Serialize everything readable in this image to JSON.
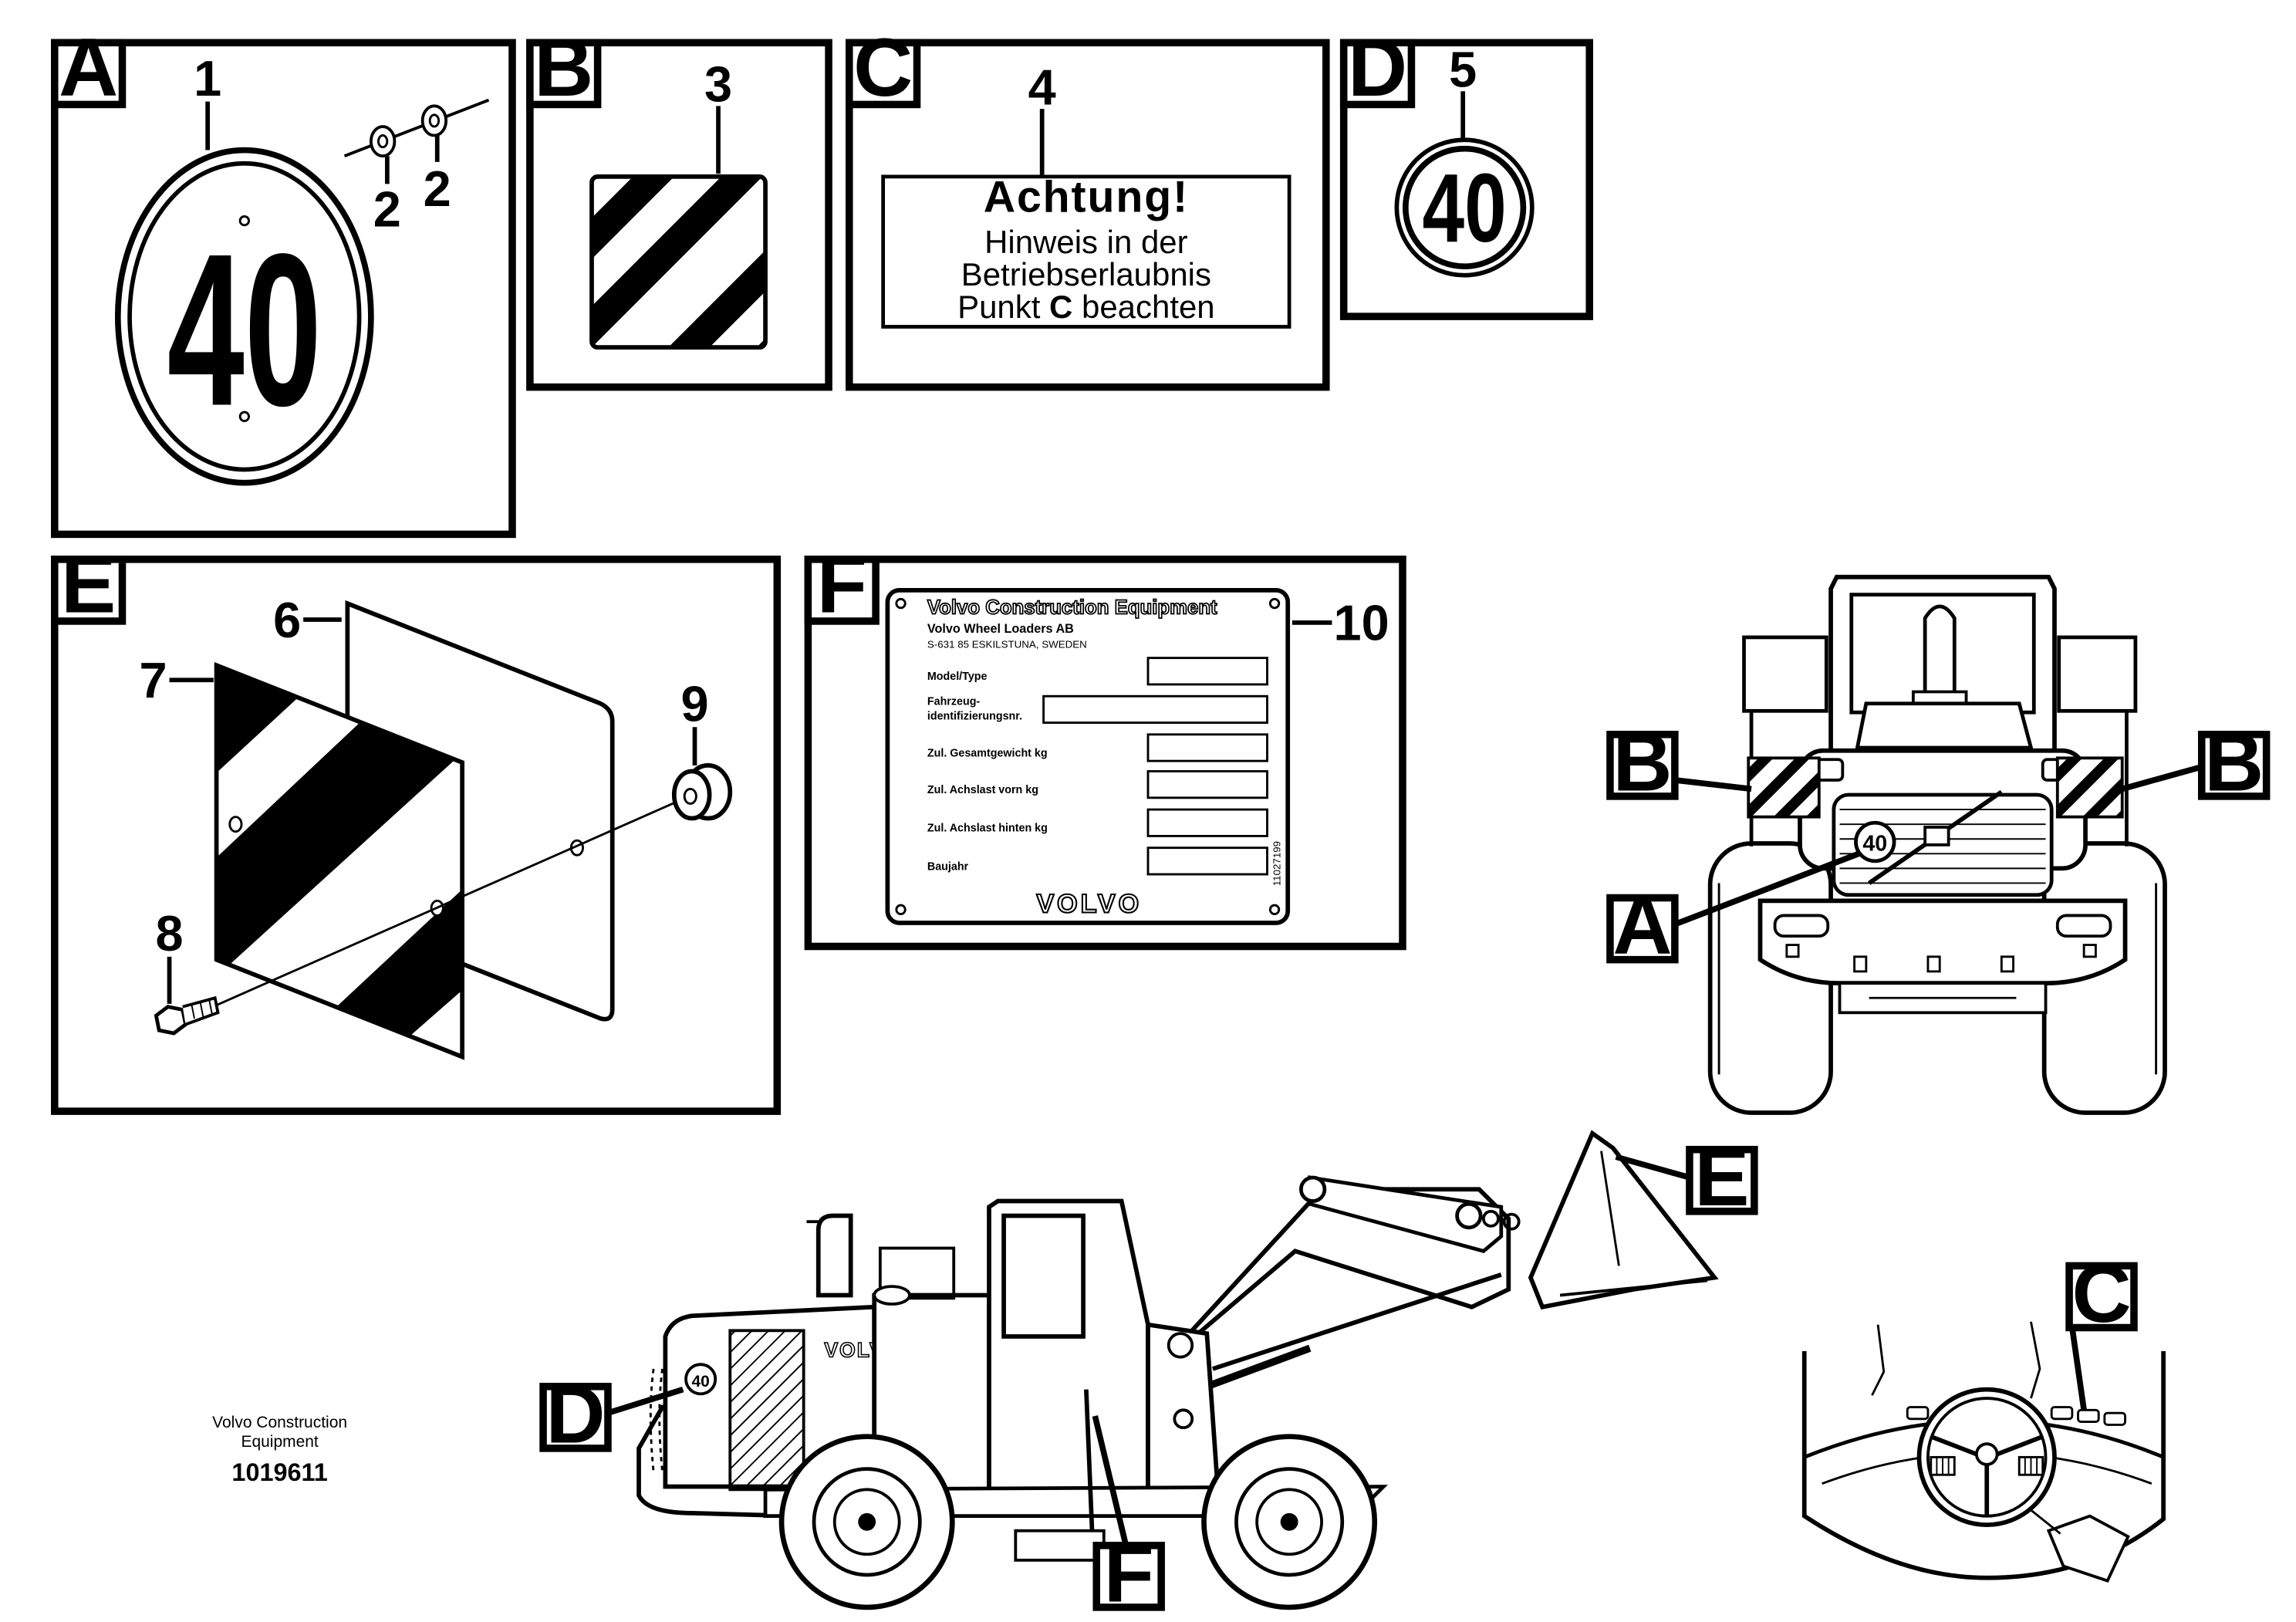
{
  "panels": {
    "A": {
      "label": "A",
      "callouts": [
        "1",
        "2",
        "2"
      ],
      "sign_text": "40"
    },
    "B": {
      "label": "B",
      "callouts": [
        "3"
      ]
    },
    "C": {
      "label": "C",
      "callouts": [
        "4"
      ],
      "sign_lines": [
        "Achtung!",
        "Hinweis in der",
        "Betriebserlaubnis",
        "Punkt ",
        "C",
        " beachten"
      ]
    },
    "D": {
      "label": "D",
      "callouts": [
        "5"
      ],
      "sign_text": "40"
    },
    "E": {
      "label": "E",
      "callouts": [
        "6",
        "7",
        "8",
        "9"
      ]
    },
    "F": {
      "label": "F",
      "callouts": [
        "10"
      ],
      "plate": {
        "title": "Volvo Construction Equipment",
        "company": "Volvo Wheel Loaders AB",
        "address": "S-631 85  ESKILSTUNA, SWEDEN",
        "fields": [
          "Model/Type",
          "Fahrzeug-",
          "identifizierungsnr.",
          "Zul. Gesamtgewicht kg",
          "Zul. Achslast vorn kg",
          "Zul. Achslast hinten kg",
          "Baujahr"
        ],
        "brand": "VOLVO",
        "part_no": "11027199"
      }
    }
  },
  "views": {
    "front": {
      "labels": [
        "B",
        "B",
        "A"
      ],
      "sign_text": "40"
    },
    "side": {
      "labels": [
        "E",
        "D",
        "F"
      ],
      "sign_text": "40",
      "brand": "VOLVO"
    },
    "cab": {
      "labels": [
        "C"
      ]
    }
  },
  "footer": {
    "company_line1": "Volvo Construction",
    "company_line2": "Equipment",
    "doc_number": "1019611"
  }
}
